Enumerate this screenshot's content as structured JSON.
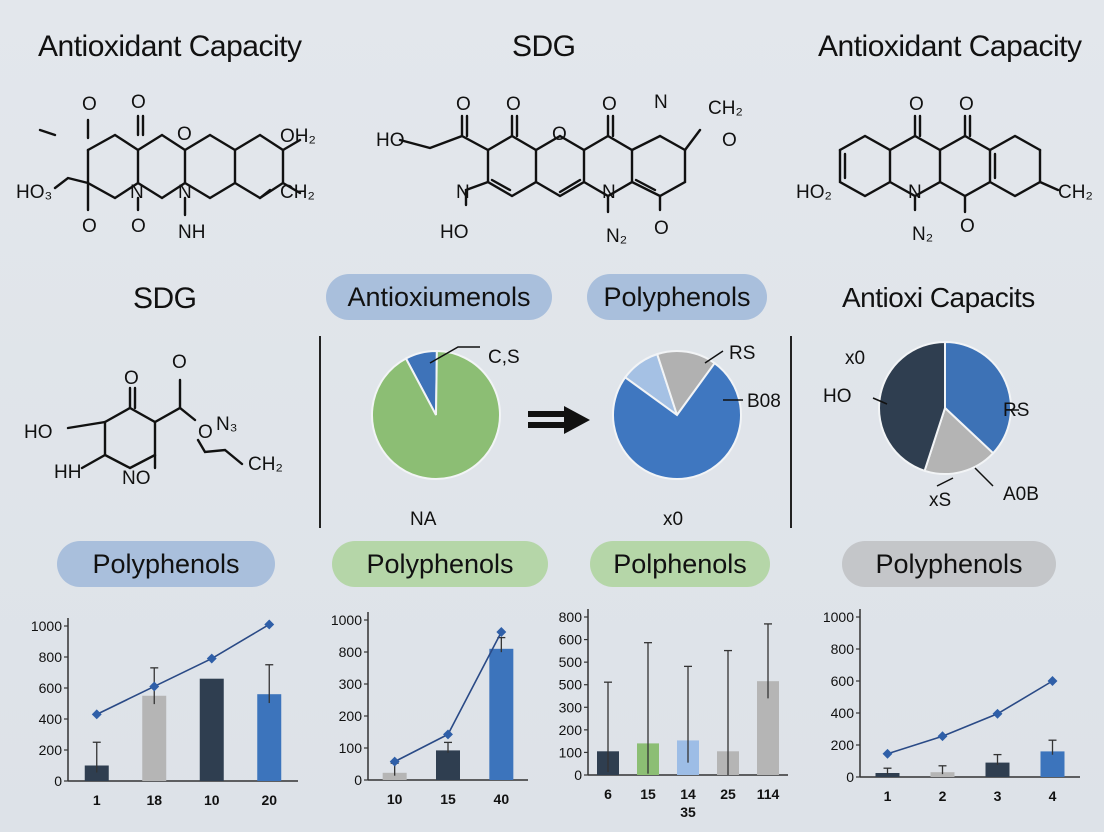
{
  "headers": {
    "h1": "Antioxidant Capacity",
    "h2": "SDG",
    "h3": "Antioxidant Capacity",
    "h4": "SDG",
    "h5": "Antioxi Capacits"
  },
  "pills": {
    "p1": {
      "label": "Antioxiumenols",
      "color": "#a9bfdc"
    },
    "p2": {
      "label": "Polyphenols",
      "color": "#a9bfdc"
    },
    "b1": {
      "label": "Polyphenols",
      "color": "#a9bfdc"
    },
    "b2": {
      "label": "Polyphenols",
      "color": "#b5d6a8"
    },
    "b3": {
      "label": "Polphenols",
      "color": "#b5d6a8"
    },
    "b4": {
      "label": "Polyphenols",
      "color": "#c4c6c9"
    }
  },
  "molecules": {
    "m1": [
      "O",
      "O",
      "O",
      "OH₂",
      "HO₃",
      "O",
      "N",
      "O",
      "N",
      "NH",
      "CH₂"
    ],
    "m2": [
      "O",
      "O",
      "N",
      "CH₂",
      "HO",
      "O",
      "O",
      "O",
      "N",
      "HO",
      "N",
      "N₂",
      "O"
    ],
    "m3": [
      "O",
      "O",
      "HO₂",
      "N",
      "N₂",
      "O",
      "CH₂"
    ],
    "m4": [
      "O",
      "O",
      "HO",
      "O",
      "N₃",
      "HH",
      "NO",
      "CH₂"
    ]
  },
  "pies": [
    {
      "slices": [
        {
          "value": 8,
          "color": "#3e73b9"
        },
        {
          "value": 92,
          "color": "#8cbe74"
        }
      ],
      "labels": [
        "C,S",
        "NA"
      ]
    },
    {
      "slices": [
        {
          "value": 10,
          "color": "#a5c1e4"
        },
        {
          "value": 15,
          "color": "#b1b1b1"
        },
        {
          "value": 75,
          "color": "#3f77c0"
        }
      ],
      "labels": [
        "RS",
        "B08",
        "x0"
      ]
    },
    {
      "slices": [
        {
          "value": 37,
          "color": "#3d72b6"
        },
        {
          "value": 18,
          "color": "#b4b4b4"
        },
        {
          "value": 45,
          "color": "#2f3e50"
        }
      ],
      "labels": [
        "x0",
        "HO",
        "RS",
        "xS",
        "A0B"
      ]
    }
  ],
  "colors": {
    "navy": "#2f3e50",
    "gray": "#b5b5b5",
    "blue": "#3c74bc",
    "green": "#8cbe74",
    "lightblue": "#9dbde6",
    "line": "#2a4a86"
  },
  "chart_data": [
    {
      "type": "bar",
      "categories": [
        "1",
        "18",
        "10",
        "20"
      ],
      "values": [
        100,
        550,
        660,
        560
      ],
      "errors": [
        150,
        180,
        0,
        190
      ],
      "line_values": [
        430,
        610,
        790,
        1010
      ],
      "bar_colors": [
        "navy",
        "gray",
        "navy",
        "blue"
      ],
      "yticks": [
        "0",
        "200",
        "400",
        "600",
        "800",
        "1000"
      ],
      "ylim": [
        0,
        1000
      ]
    },
    {
      "type": "bar",
      "categories": [
        "10",
        "15",
        "40"
      ],
      "values": [
        45,
        185,
        820
      ],
      "errors": [
        60,
        50,
        70
      ],
      "line_values": [
        115,
        285,
        925
      ],
      "bar_colors": [
        "gray",
        "navy",
        "blue"
      ],
      "yticks": [
        "0",
        "100",
        "200",
        "300",
        "800",
        "1000"
      ],
      "ylim": [
        0,
        1000
      ]
    },
    {
      "type": "bar",
      "categories": [
        "6",
        "15",
        "14",
        "25",
        "114"
      ],
      "category_sublabels": [
        "",
        "",
        "35",
        "",
        ""
      ],
      "values": [
        120,
        160,
        175,
        120,
        475
      ],
      "errors": [
        350,
        510,
        375,
        510,
        290
      ],
      "bar_colors": [
        "navy",
        "green",
        "lightblue",
        "gray",
        "gray"
      ],
      "yticks": [
        "0",
        "100",
        "200",
        "300",
        "500",
        "500",
        "600",
        "800"
      ],
      "ylim": [
        0,
        800
      ]
    },
    {
      "type": "bar",
      "categories": [
        "1",
        "2",
        "3",
        "4"
      ],
      "values": [
        25,
        30,
        90,
        160
      ],
      "errors": [
        30,
        40,
        50,
        70
      ],
      "line_values": [
        145,
        255,
        395,
        600
      ],
      "bar_colors": [
        "navy",
        "gray",
        "navy",
        "blue"
      ],
      "yticks": [
        "0",
        "200",
        "400",
        "600",
        "800",
        "1000"
      ],
      "ylim": [
        0,
        1000
      ]
    }
  ]
}
